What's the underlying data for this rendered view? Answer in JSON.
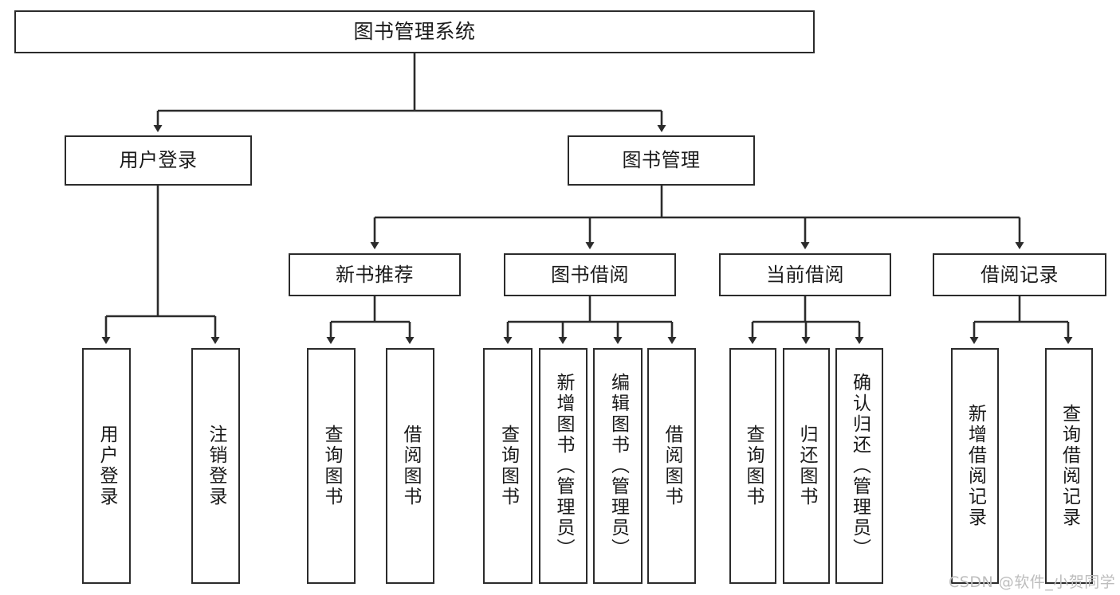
{
  "diagram": {
    "title": "图书管理系统",
    "type": "tree",
    "stroke_color": "#2b2b2b",
    "fill_color": "#ffffff",
    "text_color": "#1a1a1a"
  },
  "nodes": {
    "root": {
      "label": "图书管理系统"
    },
    "level2": [
      {
        "id": "user-login",
        "label": "用户登录"
      },
      {
        "id": "book-management",
        "label": "图书管理"
      }
    ],
    "level3": [
      {
        "id": "new-book-recommend",
        "label": "新书推荐"
      },
      {
        "id": "book-borrow",
        "label": "图书借阅"
      },
      {
        "id": "current-borrow",
        "label": "当前借阅"
      },
      {
        "id": "borrow-record",
        "label": "借阅记录"
      }
    ],
    "leaves": {
      "user_login": [
        {
          "id": "leaf-user-login",
          "label": "用户登录"
        },
        {
          "id": "leaf-logout",
          "label": "注销登录"
        }
      ],
      "new_book_recommend": [
        {
          "id": "leaf-query-book-1",
          "label": "查询图书"
        },
        {
          "id": "leaf-borrow-book-1",
          "label": "借阅图书"
        }
      ],
      "book_borrow": [
        {
          "id": "leaf-query-book-2",
          "label": "查询图书"
        },
        {
          "id": "leaf-add-book",
          "label": "新增图书（管理员）"
        },
        {
          "id": "leaf-edit-book",
          "label": "编辑图书（管理员）"
        },
        {
          "id": "leaf-borrow-book-2",
          "label": "借阅图书"
        }
      ],
      "current_borrow": [
        {
          "id": "leaf-query-book-3",
          "label": "查询图书"
        },
        {
          "id": "leaf-return-book",
          "label": "归还图书"
        },
        {
          "id": "leaf-confirm-return",
          "label": "确认归还（管理员）"
        }
      ],
      "borrow_record": [
        {
          "id": "leaf-add-record",
          "label": "新增借阅记录"
        },
        {
          "id": "leaf-query-record",
          "label": "查询借阅记录"
        }
      ]
    }
  },
  "watermark": {
    "text": "CSDN @软件_小贺同学"
  }
}
